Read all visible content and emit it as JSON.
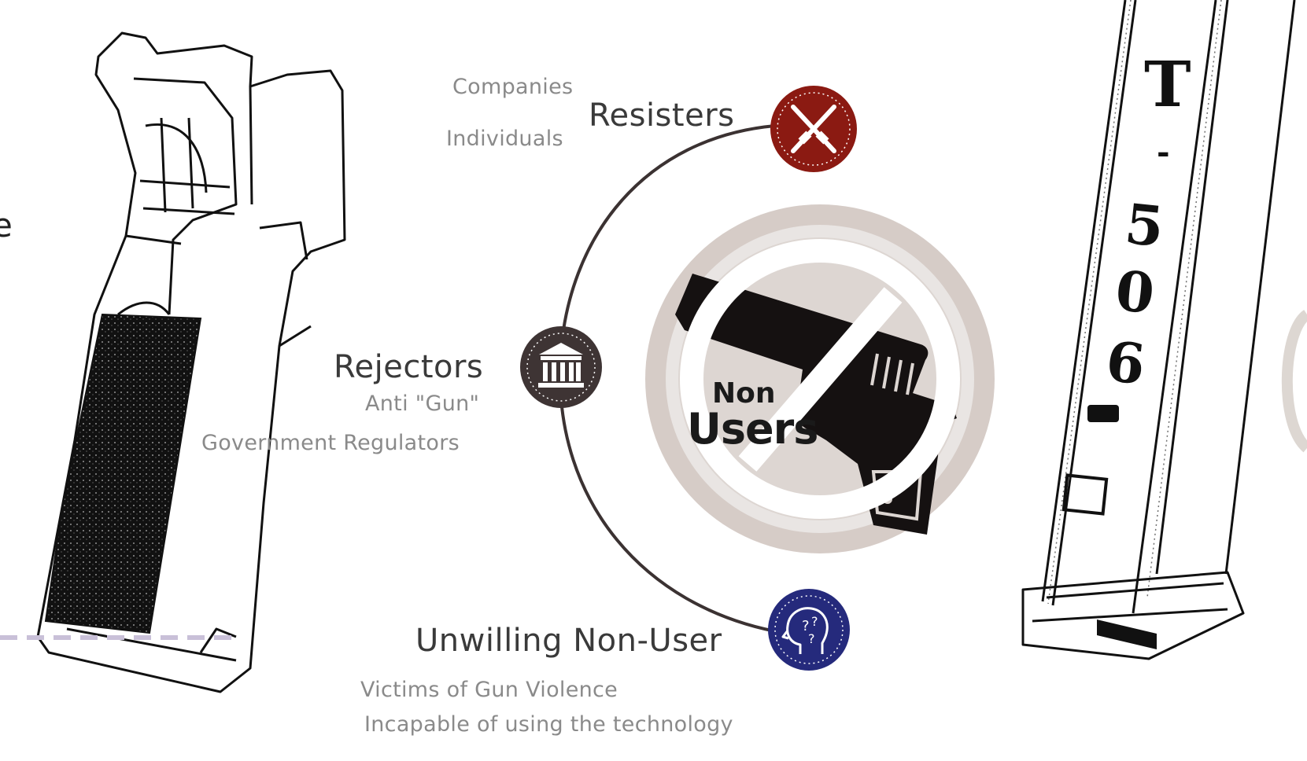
{
  "center": {
    "line1": "Non",
    "line2": "Users"
  },
  "nodes": {
    "resisters": {
      "label": "Resisters",
      "sub": [
        "Companies",
        "Individuals"
      ],
      "color": "#8b1a12"
    },
    "rejectors": {
      "label": "Rejectors",
      "sub": [
        "Anti \"Gun\"",
        "Government Regulators"
      ],
      "color": "#3e3434"
    },
    "unwilling": {
      "label": "Unwilling Non-User",
      "sub": [
        "Victims of Gun Violence",
        "Incapable of using the technology"
      ],
      "color": "#252a7c"
    }
  },
  "magazine_stamp": [
    "T",
    "-",
    "5",
    "0",
    "6"
  ],
  "edge_text": "e"
}
